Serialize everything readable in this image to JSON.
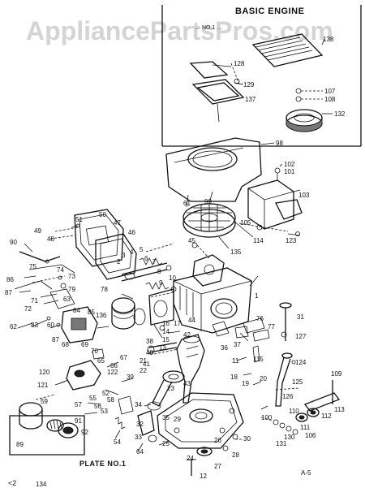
{
  "watermark": "AppliancePartsPros.com",
  "header": {
    "title": "BASIC ENGINE",
    "model_line": "… NO.1 …"
  },
  "footer": {
    "plate": "PLATE NO.1",
    "sheet": "A-5",
    "figure_ref": "89",
    "arrow": "<2",
    "arrow_ref": "134"
  },
  "callouts": [
    "138",
    "128",
    "129",
    "107",
    "108",
    "137",
    "132",
    "98",
    "102",
    "101",
    "103",
    "61",
    "99",
    "105",
    "114",
    "123",
    "135",
    "50",
    "51",
    "47",
    "48",
    "49",
    "46",
    "45",
    "2",
    "3",
    "4",
    "5",
    "6",
    "7",
    "8",
    "9",
    "10",
    "11",
    "90",
    "74",
    "75",
    "73",
    "79",
    "86",
    "87",
    "71",
    "72",
    "78",
    "60",
    "83",
    "62",
    "63",
    "84",
    "136",
    "87",
    "85",
    "20",
    "30",
    "31",
    "127",
    "76",
    "77",
    "115",
    "124",
    "13",
    "14",
    "15",
    "16",
    "17",
    "18",
    "19",
    "21",
    "22",
    "23",
    "24",
    "25",
    "26",
    "27",
    "28",
    "29",
    "32",
    "33",
    "34",
    "35",
    "36",
    "37",
    "38",
    "39",
    "40",
    "41",
    "42",
    "43",
    "44",
    "52",
    "53",
    "54",
    "55",
    "56",
    "57",
    "58",
    "59",
    "64",
    "65",
    "66",
    "67",
    "68",
    "69",
    "70",
    "120",
    "121",
    "122",
    "125",
    "126",
    "109",
    "110",
    "111",
    "112",
    "113",
    "100",
    "106",
    "130",
    "131",
    "91",
    "92",
    "134",
    "12",
    "1"
  ]
}
